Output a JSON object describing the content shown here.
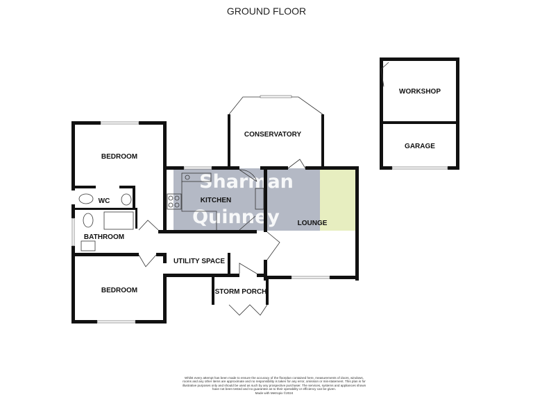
{
  "title": "GROUND FLOOR",
  "rooms": {
    "bedroom_1": "BEDROOM",
    "wc": "WC",
    "bathroom": "BATHROOM",
    "bedroom_2": "BEDROOM",
    "kitchen": "KITCHEN",
    "conservatory": "CONSERVATORY",
    "lounge": "LOUNGE",
    "utility": "UTILITY SPACE",
    "storm_porch": "STORM PORCH",
    "workshop": "WORKSHOP",
    "garage": "GARAGE"
  },
  "watermark": {
    "line1": "Sharman",
    "line2": "Quinney"
  },
  "colors": {
    "watermark_gray": "#b4b9c5",
    "highlight_green": "#e7eec0",
    "wall": "#111111"
  },
  "disclaimer": {
    "text": "Whilst every attempt has been made to ensure the accuracy of the floorplan contained here, measurements of doors, windows, rooms and any other items are approximate and no responsibility is taken for any error, omission or mis-statement. This plan is for illustrative purposes only and should be used as such by any prospective purchaser. The services, systems and appliances shown have not been tested and no guarantee as to their operability or efficiency can be given.",
    "credit": "Made with Metropix ©2024"
  }
}
